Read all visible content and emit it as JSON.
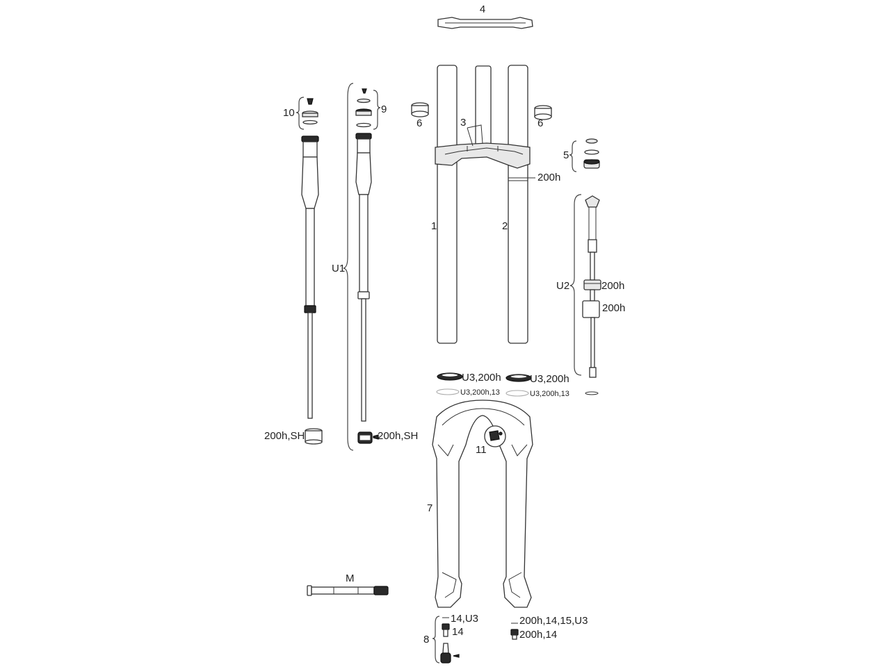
{
  "callouts": {
    "crown_top_cap": "4",
    "steerer": "3",
    "crown_spacer_left": "6",
    "crown_spacer_right": "6",
    "stanchion_left": "1",
    "stanchion_right": "2",
    "crown_service": "200h",
    "topcap_kit_right": "5",
    "air_spring_assembly": "U2",
    "air_spring_seal": "200h",
    "air_spring_piston": "200h",
    "damper_topcap_kit": "10",
    "damper_cartridge": "U1",
    "damper_topcap_right": "9",
    "damper_bottom_left": "200h,SH",
    "damper_bottom_right": "200h,SH",
    "seal_left": "U3,200h",
    "seal_right": "U3,200h",
    "foam_ring_left": "U3,200h,13",
    "foam_ring_right": "U3,200h,13",
    "bleed_port": "11",
    "lower_leg": "7",
    "axle": "M",
    "bottom_hardware_group": "8",
    "bolt_washer_left": "14,U3",
    "bolt_left": "14",
    "washer_right": "200h,14,15,U3",
    "bolt_right": "200h,14"
  }
}
